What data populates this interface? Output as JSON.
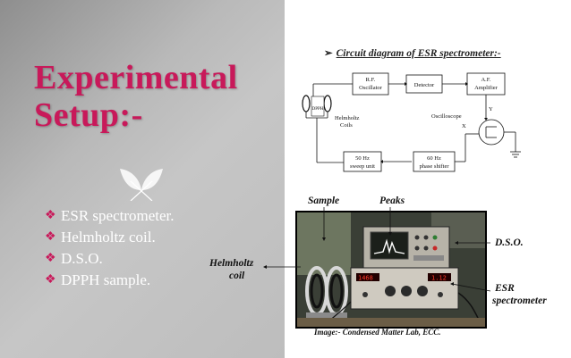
{
  "slide": {
    "title_line1": "Experimental",
    "title_line2": "Setup:-",
    "bullets": [
      "ESR spectrometer.",
      "Helmholtz coil.",
      "D.S.O.",
      "DPPH sample."
    ],
    "bullet_marker": "❖"
  },
  "diagram": {
    "heading_arrow": "➢",
    "heading": "Circuit diagram of ESR spectrometer:-",
    "rf_osc_l1": "R.F.",
    "rf_osc_l2": "Oscillator",
    "detector": "Detector",
    "af_amp_l1": "A.F.",
    "af_amp_l2": "Amplifier",
    "dpph": "DPPH",
    "helmholtz_l1": "Helmholtz",
    "helmholtz_l2": "Coils",
    "oscilloscope": "Oscilloscope",
    "y_label": "Y",
    "x_label": "X",
    "sweep_l1": "50 Hz",
    "sweep_l2": "sweep unit",
    "phase_l1": "60 Hz",
    "phase_l2": "phase shifter"
  },
  "photo": {
    "sample": "Sample",
    "peaks": "Peaks",
    "dso": "D.S.O.",
    "esr_l1": "ESR",
    "esr_l2": "spectrometer",
    "helm_l1": "Helmholtz",
    "helm_l2": "coil",
    "caption": "Image:- Condensed Matter Lab, ECC.",
    "display_left": "1468",
    "display_right": "1.12"
  },
  "colors": {
    "accent": "#c8195a",
    "panel": "#bdbdbd"
  }
}
